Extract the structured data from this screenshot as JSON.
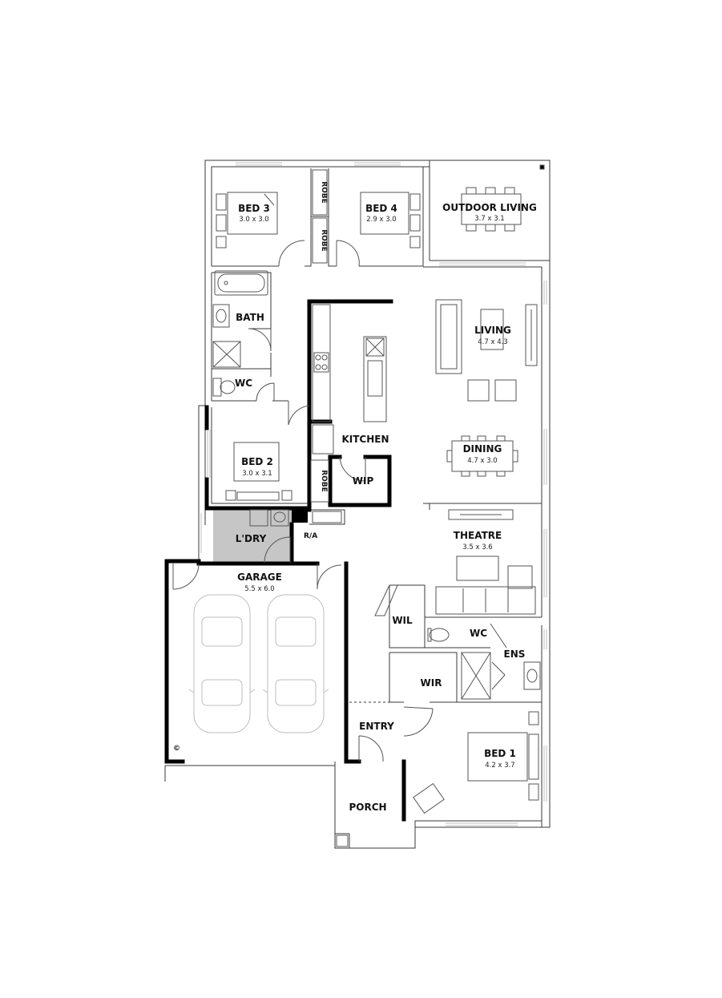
{
  "rooms": {
    "bed3": {
      "name": "BED 3",
      "dim": "3.0 x 3.0"
    },
    "bed4": {
      "name": "BED 4",
      "dim": "2.9 x 3.0"
    },
    "outdoor": {
      "name": "OUTDOOR LIVING",
      "dim": "3.7 x 3.1"
    },
    "bath": {
      "name": "BATH"
    },
    "wc1": {
      "name": "WC"
    },
    "living": {
      "name": "LIVING",
      "dim": "4.7 x 4.3"
    },
    "kitchen": {
      "name": "KITCHEN"
    },
    "dining": {
      "name": "DINING",
      "dim": "4.7 x 3.0"
    },
    "bed2": {
      "name": "BED 2",
      "dim": "3.0 x 3.1"
    },
    "wip": {
      "name": "WIP"
    },
    "ldry": {
      "name": "L'DRY"
    },
    "theatre": {
      "name": "THEATRE",
      "dim": "3.5 x 3.6"
    },
    "garage": {
      "name": "GARAGE",
      "dim": "5.5 x 6.0"
    },
    "wil": {
      "name": "WIL"
    },
    "wc2": {
      "name": "WC"
    },
    "ens": {
      "name": "ENS"
    },
    "wir": {
      "name": "WIR"
    },
    "entry": {
      "name": "ENTRY"
    },
    "bed1": {
      "name": "BED 1",
      "dim": "4.2 x 3.7"
    },
    "porch": {
      "name": "PORCH"
    }
  },
  "labels": {
    "robe": "ROBE",
    "ra": "R/A",
    "copyright": "©"
  },
  "colors": {
    "laundry_fill": "#c6c6c6",
    "wall": "#000000",
    "fixture": "#555555"
  }
}
